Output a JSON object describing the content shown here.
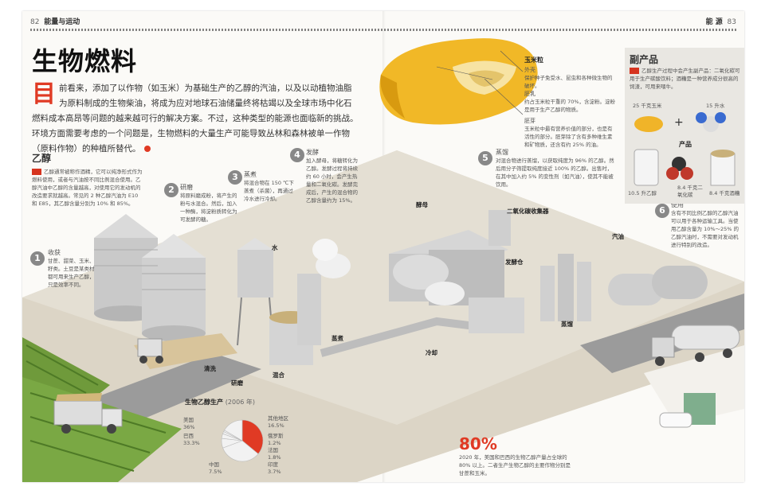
{
  "header": {
    "left_page_num": "82",
    "left_section": "能量与运动",
    "right_section": "能 源",
    "right_page_num": "83"
  },
  "title": "生物燃料",
  "intro": {
    "drop_cap": "目",
    "text": "前看来，添加了以作物（如玉米）为基础生产的乙醇的汽油，以及以动植物油脂为原料制成的生物柴油，将成为应对地球石油储量终将枯竭以及全球市场中化石燃料成本高昂等问题的越来越可行的解决方案。不过，这种类型的能源也面临新的挑战。环境方面需要考虑的一个问题是，生物燃料的大量生产可能导致丛林和森林被单一作物（原料作物）的种植所替代。"
  },
  "ethanol": {
    "title": "乙醇",
    "text": "乙醇通常被称作酒精，它可以纯净形式作为燃料使用，或者与汽油按不同比例混合使用。乙醇汽油中乙醇的含量越高，对使用它的发动机的改造要求就越高。常见的 2 种乙醇汽油为 E10 和 E85，其乙醇含量分别为 10% 和 85%。"
  },
  "steps": [
    {
      "n": "1",
      "title": "收获",
      "text": "甘蔗、甜菜、玉米、籽类。土豆是某类材都可用来生产乙醇，只是效率不同。"
    },
    {
      "n": "2",
      "title": "研磨",
      "text": "将原料磨成粉，将产生的粉与水混合。然后，加入一种酶，将淀粉质转化为可发酵的糖。"
    },
    {
      "n": "3",
      "title": "蒸煮",
      "text": "将混合物在 150 ℃下蒸煮（杀菌），再通过冷水进行冷却。"
    },
    {
      "n": "4",
      "title": "发酵",
      "text": "加入酵母，将糖转化为乙醇。发酵过程将持续约 60 小时，会产生热量和二氧化碳。发酵完成后，产生的混合物的乙醇含量约为 15%。"
    },
    {
      "n": "5",
      "title": "蒸馏",
      "text": "对混合物进行蒸馏，以获取纯度为 96% 的乙醇。然后用分子筛提取纯度接近 100% 的乙醇。出售时，在其中加入约 5% 的变性剂（如汽油），使其不能被饮用。"
    },
    {
      "n": "6",
      "title": "使用",
      "text": "含有不同比例乙醇的乙醇汽油可以用于各种运输工具。当使用乙醇含量为 10%～25% 的乙醇汽油时，不需要对发动机进行特别的改造。"
    }
  ],
  "corn": {
    "title": "玉米粒",
    "parts": [
      {
        "name": "外壳",
        "text": "保护种子免受水、昆虫和各种微生物的破坏。"
      },
      {
        "name": "胚乳",
        "text": "约占玉米粒干重的 70%，含淀粉。淀粉是用于生产乙醇的物质。"
      },
      {
        "name": "胚芽",
        "text": "玉米粒中最有营养价值的部分，也是有活性的部分。胚芽除了含有多种维生素和矿物质，还含有约 25% 的油。"
      }
    ]
  },
  "byproducts": {
    "title": "副产品",
    "text": "乙醇生产过程中会产生副产品：二氧化碳可用于生产碳酸饮料；酒糟是一种营养成分很高的饲渣，可用来喂牛。",
    "input_corn": "25 千克玉米",
    "input_water": "15 升水",
    "products_title": "产品",
    "out_ethanol": "10.5 升乙醇",
    "out_co2": "8.4 千克二氧化碳",
    "out_dregs": "8.4 千克酒糟",
    "plus": "+"
  },
  "labels": {
    "water": "水",
    "clean": "清洗",
    "grind": "研磨",
    "mix": "混合",
    "cook": "蒸煮",
    "cool": "冷却",
    "yeast": "酵母",
    "co2_collector": "二氧化碳收集器",
    "ferment_tank": "发酵仓",
    "distill": "蒸馏",
    "gasoline": "汽油"
  },
  "pie": {
    "title": "生物乙醇生产",
    "year": "(2006 年)",
    "slices": [
      {
        "name": "美国",
        "value": 36
      },
      {
        "name": "巴西",
        "value": 33.3
      },
      {
        "name": "中国",
        "value": 7.5
      },
      {
        "name": "印度",
        "value": 3.7
      },
      {
        "name": "法国",
        "value": 1.8
      },
      {
        "name": "俄罗斯",
        "value": 1.2
      },
      {
        "name": "其他地区",
        "value": 16.5
      }
    ],
    "labels": {
      "us": "美国\n36%",
      "brazil": "巴西\n33.3%",
      "china": "中国\n7.5%",
      "other": "其他地区\n16.5%",
      "russia": "俄罗斯\n1.2%",
      "france": "法国\n1.8%",
      "india": "印度\n3.7%"
    },
    "colors": {
      "highlight": "#e03a24",
      "base": "#f2f2f2"
    }
  },
  "stat": {
    "value": "80%",
    "text": "2020 年，美国和巴西的生物乙醇产量占全球的 80% 以上。二者生产生物乙醇的主要作物分别是甘蔗和玉米。"
  },
  "colors": {
    "accent": "#e03a24",
    "ground": "#d9d3c6"
  }
}
